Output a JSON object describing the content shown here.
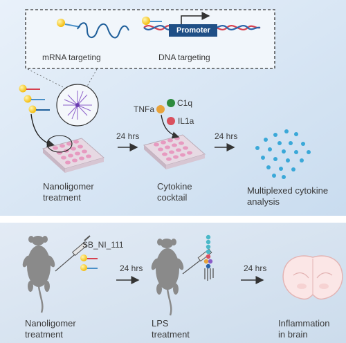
{
  "inset": {
    "mrna_label": "mRNA targeting",
    "dna_label": "DNA targeting",
    "promoter_label": "Promoter"
  },
  "top_panel": {
    "step1_label": "Nanoligomer\ntreatment",
    "arrow1_label": "24 hrs",
    "step2_label": "Cytokine\ncocktail",
    "arrow2_label": "24 hrs",
    "step3_label": "Multiplexed cytokine\nanalysis",
    "cytokines": [
      {
        "name": "TNFa",
        "color": "#e8a23a"
      },
      {
        "name": "C1q",
        "color": "#2e8b3e"
      },
      {
        "name": "IL1a",
        "color": "#d9505e"
      }
    ]
  },
  "bottom_panel": {
    "compound_label": "SB_NI_111",
    "step1_label": "Nanoligomer\ntreatment",
    "arrow1_label": "24 hrs",
    "step2_label": "LPS\ntreatment",
    "arrow2_label": "24 hrs",
    "step3_label": "Inflammation\nin brain"
  },
  "colors": {
    "panel_top": "#dbe7f5",
    "panel_bottom": "#dde7f2",
    "plate": "#e9a9c4",
    "dot": "#3aa8d8",
    "mouse": "#8a8a8a"
  }
}
